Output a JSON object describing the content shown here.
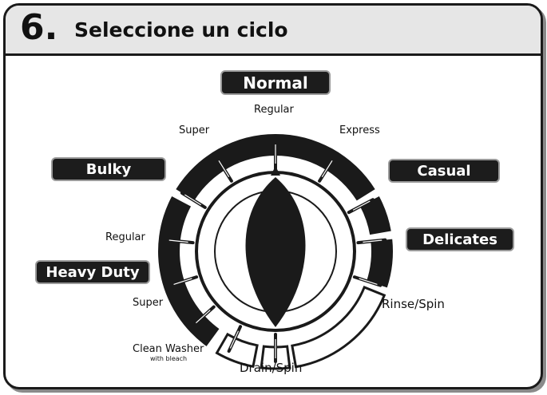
{
  "header": {
    "step_number": "6.",
    "title": "Seleccione un ciclo"
  },
  "categories": {
    "normal": "Normal",
    "bulky": "Bulky",
    "casual": "Casual",
    "delicates": "Delicates",
    "heavy_duty": "Heavy Duty"
  },
  "labels": {
    "regular_top": "Regular",
    "super_top": "Super",
    "express": "Express",
    "regular_left": "Regular",
    "super_bottom": "Super",
    "rinse_spin": "Rinse/Spin",
    "clean_washer": "Clean Washer",
    "with_bleach": "with bleach",
    "drain_spin": "Drain/Spin"
  },
  "colors": {
    "segment": "#1a1a1a",
    "pill": "#1c1c1c",
    "header_bg": "#e6e6e6"
  }
}
